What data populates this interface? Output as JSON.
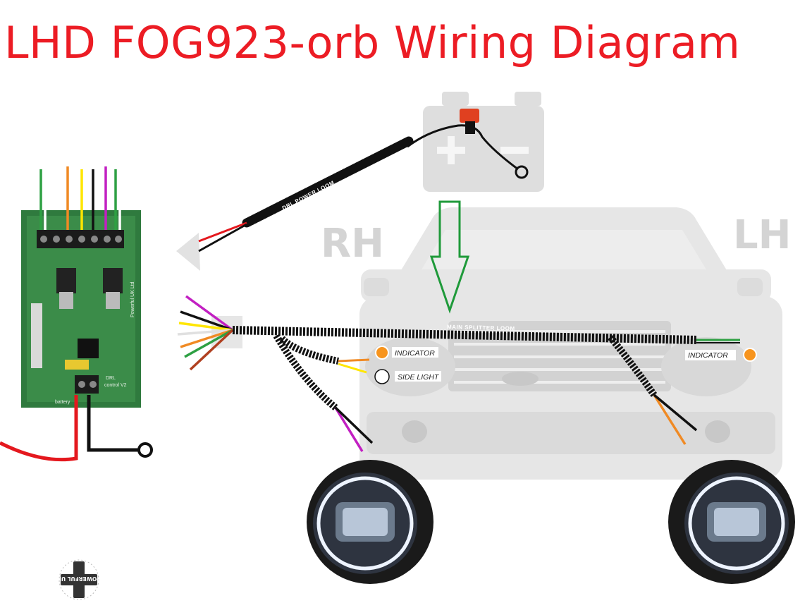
{
  "title": "LHD FOG923-orb Wiring Diagram",
  "side_labels": {
    "right_hand": "RH",
    "left_hand": "LH"
  },
  "loom_labels": {
    "power_loom": "DRL POWER LOOM",
    "main_loom": "MAIN SPLITTER LOOM"
  },
  "connection_labels": {
    "indicator_left": "INDICATOR",
    "side_light": "SIDE LIGHT",
    "indicator_right": "INDICATOR"
  },
  "board_labels": {
    "brand": "Powerful UK Ltd",
    "model_line1": "DRL",
    "model_line2": "control V2",
    "battery": "battery"
  },
  "logo_text": "POWERFUL UK",
  "wire_colors": {
    "green": "#2ea043",
    "orange": "#f08a24",
    "yellow": "#ffe600",
    "black": "#111111",
    "purple": "#c21fc2",
    "red": "#e4181e"
  },
  "accent_colors": {
    "title": "#ec1c24",
    "indicator": "#f7941d",
    "arrow": "#1f9a3a",
    "ghost": "#d4d4d4"
  }
}
